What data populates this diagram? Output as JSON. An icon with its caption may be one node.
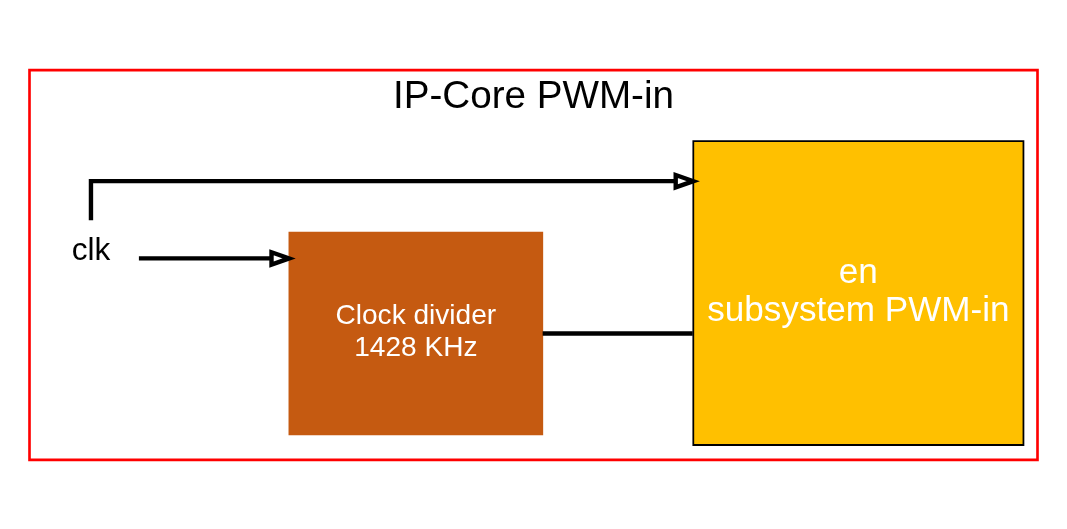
{
  "diagram": {
    "nodes": [
      {
        "text": [
          "IP-Core PWM-in"
        ]
      },
      {
        "text": [
          "clk"
        ],
        "in": 0
      },
      {
        "text": [
          "Clock divider",
          "1428 KHz"
        ],
        "in": 0
      },
      {
        "text": [
          "en",
          "subsystem PWM-in"
        ],
        "in": 0
      }
    ],
    "edges": [
      {
        "from": 1,
        "to": 2,
        "arrow": "to"
      },
      {
        "from": 2,
        "to": 3,
        "arrow": "none"
      },
      {
        "from": 1,
        "to": 3,
        "arrow": "to"
      }
    ]
  }
}
